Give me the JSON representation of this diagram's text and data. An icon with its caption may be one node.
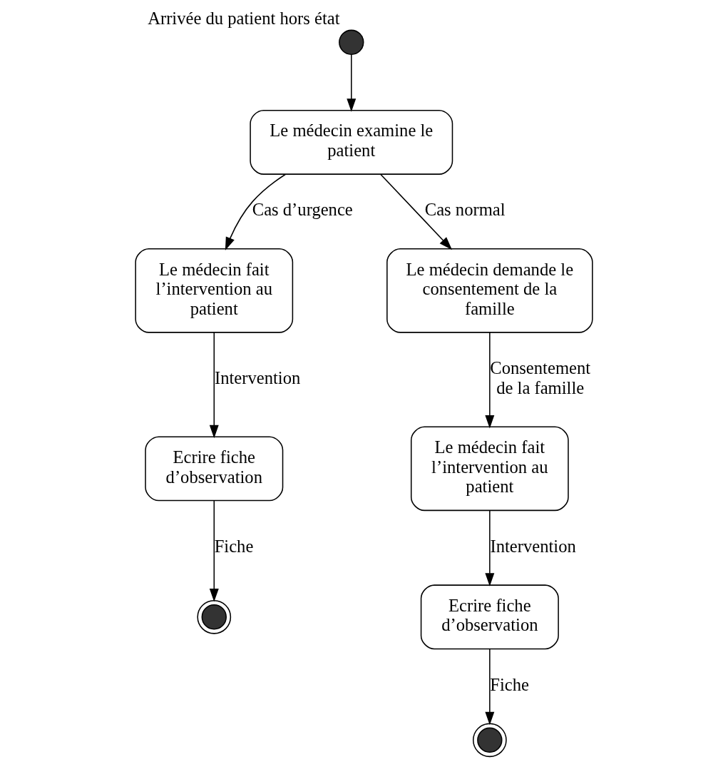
{
  "diagram": {
    "nodes": [
      {
        "text": [],
        "shape": "circle",
        "beside": [
          "Arrivée du patient hors état"
        ]
      },
      {
        "text": [
          "Le médecin examine le patient"
        ]
      },
      {
        "text": [
          "Le médecin fait l’intervention au patient"
        ]
      },
      {
        "text": [
          "Le médecin demande le consentement de la famille"
        ]
      },
      {
        "text": [
          "Ecrire fiche d’observation"
        ]
      },
      {
        "text": [],
        "shape": "circle"
      },
      {
        "text": [
          "Le médecin fait l’intervention au patient"
        ]
      },
      {
        "text": [
          "Ecrire fiche d’observation"
        ]
      },
      {
        "text": [],
        "shape": "circle"
      }
    ],
    "edges": [
      {
        "from": 0,
        "to": 1,
        "arrow": "to"
      },
      {
        "from": 1,
        "to": 2,
        "arrow": "to",
        "label": "Cas d’urgence"
      },
      {
        "from": 1,
        "to": 3,
        "arrow": "to",
        "label": "Cas normal"
      },
      {
        "from": 2,
        "to": 4,
        "arrow": "to",
        "label": "Intervention"
      },
      {
        "from": 4,
        "to": 5,
        "arrow": "to",
        "label": "Fiche"
      },
      {
        "from": 3,
        "to": 6,
        "arrow": "to",
        "label": "Consentement de la famille"
      },
      {
        "from": 6,
        "to": 7,
        "arrow": "to",
        "label": "Intervention"
      },
      {
        "from": 7,
        "to": 8,
        "arrow": "to",
        "label": "Fiche"
      }
    ]
  }
}
